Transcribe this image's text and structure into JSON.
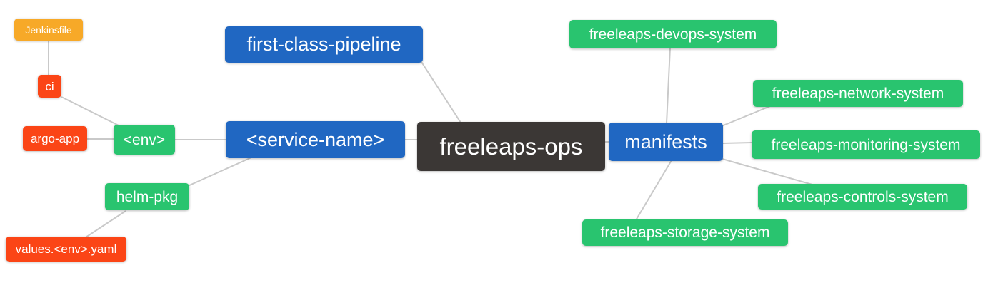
{
  "diagram": {
    "type": "mindmap",
    "title": "freeleaps-ops repository structure mind map",
    "palette": {
      "root_node": "#3b3735",
      "level1_node": "#2067c2",
      "level2_node": "#29c46f",
      "level3_node": "#fb4516",
      "level4_node": "#f7a928",
      "edge": "#c9c9c9",
      "node_text": "#ffffff",
      "background": "#ffffff"
    },
    "nodes": [
      {
        "id": "freeleaps-ops",
        "label": "freeleaps-ops",
        "level": 0,
        "parent": null
      },
      {
        "id": "first-class-pipeline",
        "label": "first-class-pipeline",
        "level": 1,
        "parent": "freeleaps-ops"
      },
      {
        "id": "service-name",
        "label": "<service-name>",
        "level": 1,
        "parent": "freeleaps-ops"
      },
      {
        "id": "manifests",
        "label": "manifests",
        "level": 1,
        "parent": "freeleaps-ops"
      },
      {
        "id": "env",
        "label": "<env>",
        "level": 2,
        "parent": "service-name"
      },
      {
        "id": "helm-pkg",
        "label": "helm-pkg",
        "level": 2,
        "parent": "service-name"
      },
      {
        "id": "ci",
        "label": "ci",
        "level": 3,
        "parent": "env"
      },
      {
        "id": "argo-app",
        "label": "argo-app",
        "level": 3,
        "parent": "env"
      },
      {
        "id": "jenkinsfile",
        "label": "Jenkinsfile",
        "level": 4,
        "parent": "ci"
      },
      {
        "id": "values-env-yaml",
        "label": "values.<env>.yaml",
        "level": 3,
        "parent": "helm-pkg"
      },
      {
        "id": "freeleaps-devops-system",
        "label": "freeleaps-devops-system",
        "level": 2,
        "parent": "manifests"
      },
      {
        "id": "freeleaps-network-system",
        "label": "freeleaps-network-system",
        "level": 2,
        "parent": "manifests"
      },
      {
        "id": "freeleaps-monitoring-system",
        "label": "freeleaps-monitoring-system",
        "level": 2,
        "parent": "manifests"
      },
      {
        "id": "freeleaps-controls-system",
        "label": "freeleaps-controls-system",
        "level": 2,
        "parent": "manifests"
      },
      {
        "id": "freeleaps-storage-system",
        "label": "freeleaps-storage-system",
        "level": 2,
        "parent": "manifests"
      }
    ],
    "edges": [
      {
        "from": "jenkinsfile",
        "to": "ci"
      },
      {
        "from": "ci",
        "to": "env"
      },
      {
        "from": "argo-app",
        "to": "env"
      },
      {
        "from": "env",
        "to": "service-name"
      },
      {
        "from": "helm-pkg",
        "to": "service-name"
      },
      {
        "from": "values-env-yaml",
        "to": "helm-pkg"
      },
      {
        "from": "first-class-pipeline",
        "to": "freeleaps-ops"
      },
      {
        "from": "service-name",
        "to": "freeleaps-ops"
      },
      {
        "from": "freeleaps-ops",
        "to": "manifests"
      },
      {
        "from": "manifests",
        "to": "freeleaps-devops-system"
      },
      {
        "from": "manifests",
        "to": "freeleaps-network-system"
      },
      {
        "from": "manifests",
        "to": "freeleaps-monitoring-system"
      },
      {
        "from": "manifests",
        "to": "freeleaps-controls-system"
      },
      {
        "from": "manifests",
        "to": "freeleaps-storage-system"
      }
    ]
  }
}
